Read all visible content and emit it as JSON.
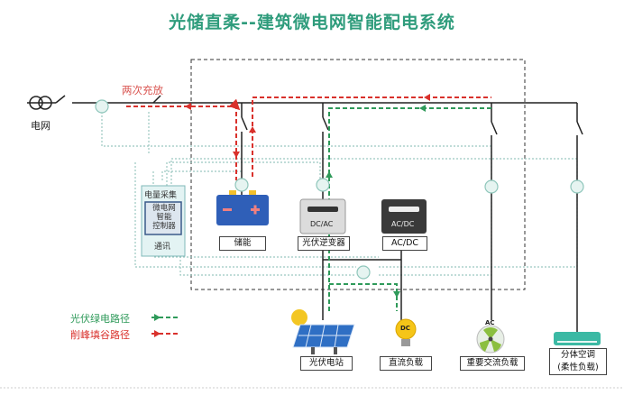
{
  "title": "光储直柔--建筑微电网智能配电系统",
  "grid_label": "电网",
  "two_way_label": "两次充放",
  "controller": {
    "top_label": "电量采集",
    "center_label": "微电网\n智能\n控制器",
    "bottom_label": "通讯"
  },
  "units": {
    "storage": "储能",
    "pv_inverter": "光伏逆变器",
    "pv_inverter_icon_text": "DC/AC",
    "acdc": "AC/DC",
    "acdc_icon_text": "AC/DC"
  },
  "loads": {
    "pv_station": "光伏电站",
    "dc_load": "直流负载",
    "dc_icon_text": "DC",
    "ac_load": "重要交流负载",
    "ac_icon_text": "AC",
    "split_ac": "分体空调\n(柔性负载)"
  },
  "legend": {
    "green_label": "光伏绿电路径",
    "red_label": "削峰填谷路径",
    "green_color": "#2f9a5a",
    "red_color": "#d9312c"
  },
  "colors": {
    "title": "#2f9c7c",
    "signal_line": "#9bc8c0",
    "bus": "#222222"
  }
}
